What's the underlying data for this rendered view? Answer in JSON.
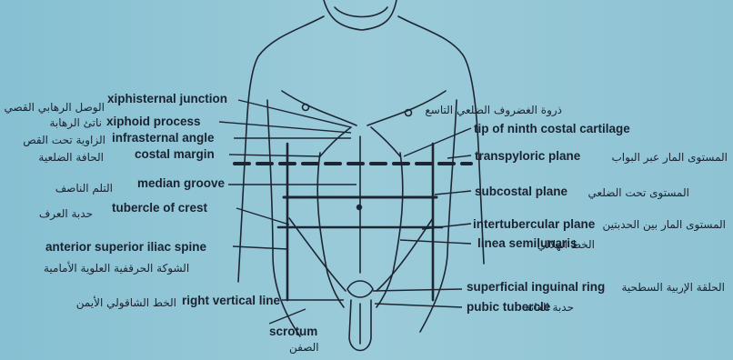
{
  "labels": {
    "xiphisternal_junction": {
      "en": "xiphisternal junction",
      "ar": "الوصل الرهابي القصي"
    },
    "xiphoid_process": {
      "en": "xiphoid process",
      "ar": "ناتئ الرهابة"
    },
    "infrasternal_angle": {
      "en": "infrasternal angle",
      "ar": "الزاوية تحت القص"
    },
    "costal_margin": {
      "en": "costal margin",
      "ar": "الحافة الضلعية"
    },
    "median_groove": {
      "en": "median groove",
      "ar": "التلم الناصف"
    },
    "tubercle_of_crest": {
      "en": "tubercle of crest",
      "ar": "حدبة العرف"
    },
    "asis": {
      "en": "anterior superior iliac spine",
      "ar": "الشوكة الحرقفية العلوية الأمامية"
    },
    "right_vertical_line": {
      "en": "right vertical line",
      "ar": "الخط الشاقولي الأيمن"
    },
    "scrotum": {
      "en": "scrotum",
      "ar": "الصفن"
    },
    "tip_ninth_costal": {
      "en": "tip of ninth costal cartilage",
      "ar": "ذروة الغضروف الضلعي التاسع"
    },
    "transpyloric_plane": {
      "en": "transpyloric plane",
      "ar": "المستوى المار عبر البواب"
    },
    "subcostal_plane": {
      "en": "subcostal plane",
      "ar": "المستوى تحت الضلعي"
    },
    "intertubercular_plane": {
      "en": "intertubercular plane",
      "ar": "المستوى المار بين الحدبتين"
    },
    "linea_semilunaris": {
      "en": "linea semilunaris",
      "ar": "الخط الهلالي"
    },
    "superficial_inguinal_ring": {
      "en": "superficial inguinal ring",
      "ar": "الحلقة الإربية السطحية"
    },
    "pubic_tubercle": {
      "en": "pubic tubercle",
      "ar": "حدبة العانة"
    }
  }
}
